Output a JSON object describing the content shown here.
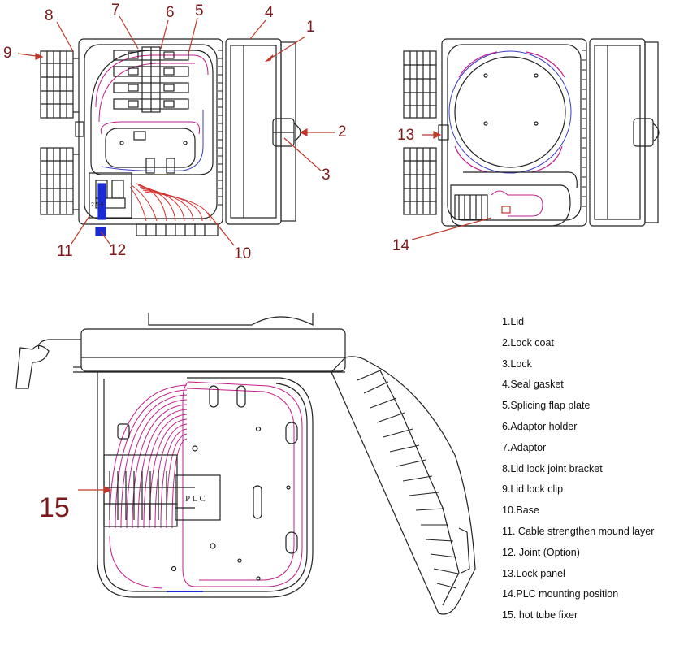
{
  "callouts": {
    "c1": "1",
    "c2": "2",
    "c3": "3",
    "c4": "4",
    "c5": "5",
    "c6": "6",
    "c7": "7",
    "c8": "8",
    "c9": "9",
    "c10": "10",
    "c11": "11",
    "c12": "12",
    "c13": "13",
    "c14": "14",
    "c15": "15"
  },
  "legend": [
    "1.Lid",
    "2.Lock coat",
    "3.Lock",
    "4.Seal gasket",
    "5.Splicing flap plate",
    "6.Adaptor holder",
    "7.Adaptor",
    "8.Lid lock joint bracket",
    "9.Lid lock clip",
    "10.Base",
    "11. Cable strengthen mound layer",
    "12. Joint (Option)",
    "13.Lock panel",
    "14.PLC mounting position",
    "15. hot tube fixer"
  ],
  "plc_label": "P L C",
  "port_label": "2 5 6",
  "colors": {
    "line": "#222222",
    "leader": "#c0392b",
    "fiber_pink": "#c21f8a",
    "fiber_blue": "#3b3bc4",
    "fiber_red": "#d32f2f",
    "joint_blue": "#1a2bd6",
    "callout_text": "#7a1a1a"
  }
}
